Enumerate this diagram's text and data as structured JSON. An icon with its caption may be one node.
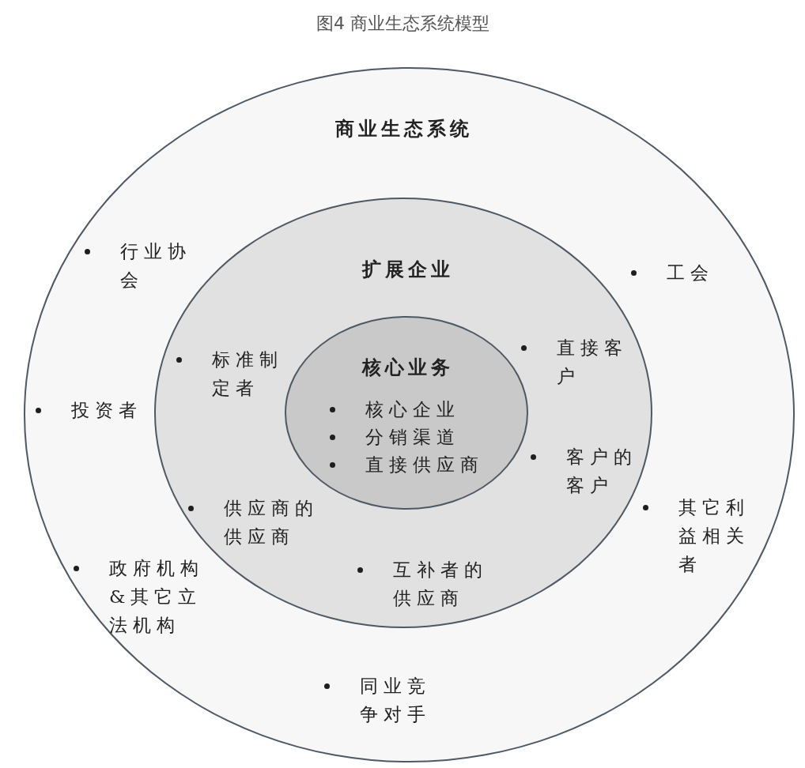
{
  "diagram": {
    "title": "图4 商业生态系统模型",
    "nodes": [
      {
        "text": [
          "商业生态系统",
          "行业协会",
          "工会",
          "投资者",
          "其它利益相关者",
          "政府机构&其它立法机构",
          "同业竞争对手"
        ]
      },
      {
        "text": [
          "扩展企业",
          "标准制定者",
          "直接客户",
          "客户的客户",
          "供应商的供应商",
          "互补者的供应商"
        ],
        "in": 0
      },
      {
        "text": [
          "核心业务",
          "核心企业",
          "分销渠道",
          "直接供应商"
        ],
        "in": 1
      }
    ]
  }
}
